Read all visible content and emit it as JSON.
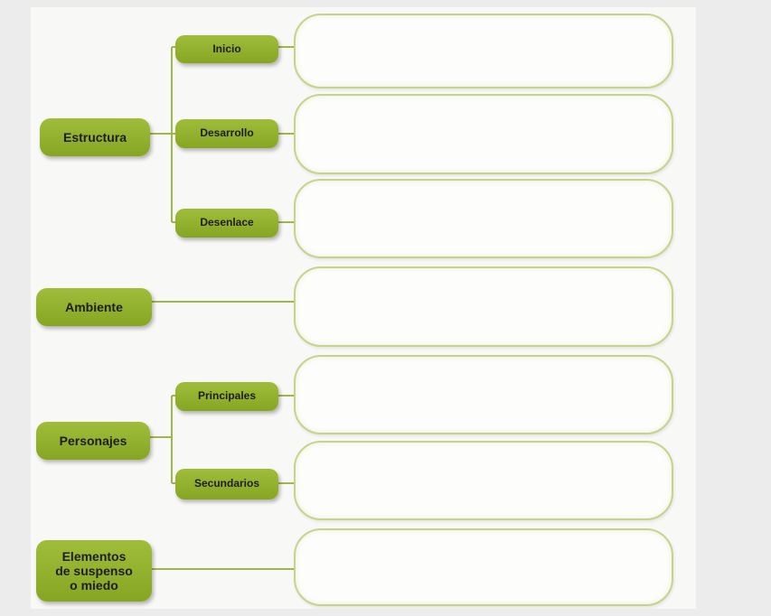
{
  "colors": {
    "pill": "#94b42d",
    "connector": "#9eb847",
    "box_border": "#c4d58b",
    "background": "#f8f8f6"
  },
  "nodes": {
    "estructura": "Estructura",
    "inicio": "Inicio",
    "desarrollo": "Desarrollo",
    "desenlace": "Desenlace",
    "ambiente": "Ambiente",
    "personajes": "Personajes",
    "principales": "Principales",
    "secundarios": "Secundarios",
    "elementos_lines": [
      "Elementos",
      "de suspenso",
      "o miedo"
    ]
  },
  "answer_boxes": [
    "",
    "",
    "",
    "",
    "",
    "",
    ""
  ]
}
